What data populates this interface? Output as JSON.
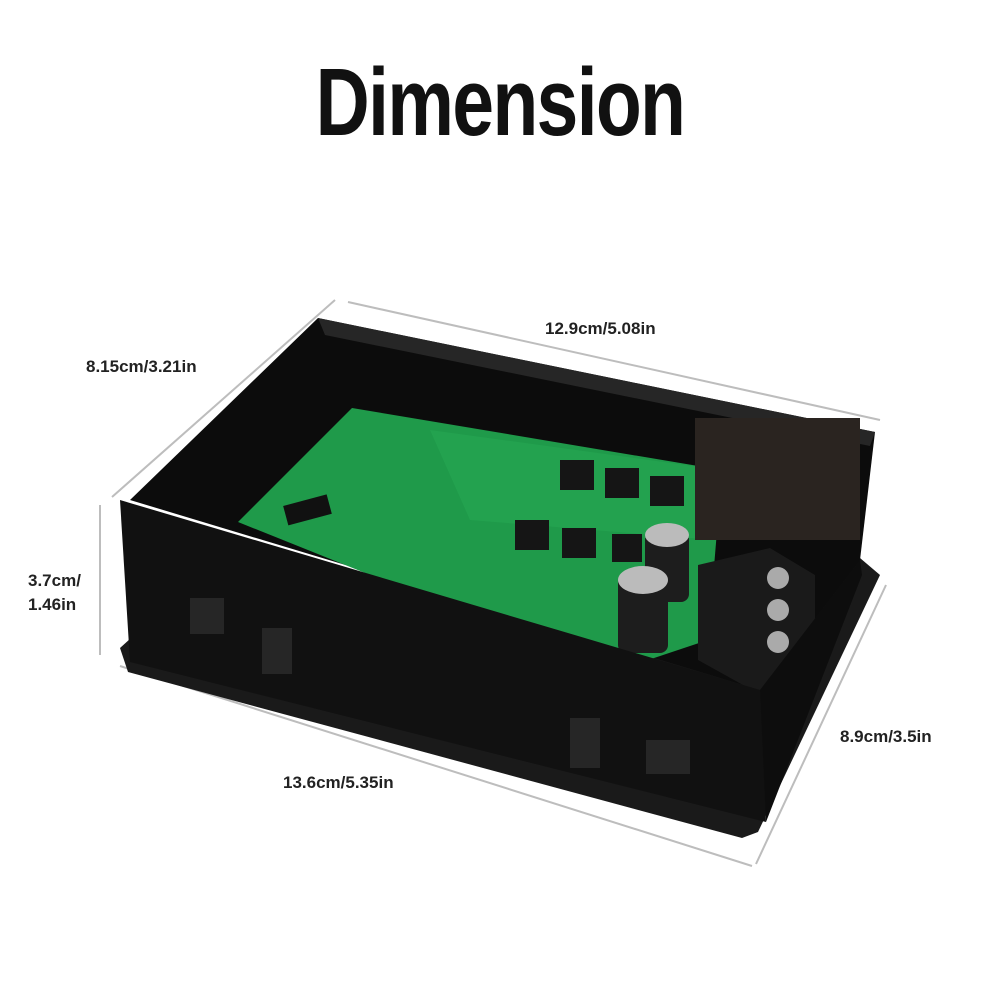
{
  "title": "Dimension",
  "dimensions": {
    "depth_top": "8.15cm/3.21in",
    "width_top": "12.9cm/5.08in",
    "height_line1": "3.7cm/",
    "height_line2": "1.46in",
    "width_bottom": "13.6cm/5.35in",
    "depth_bottom": "8.9cm/3.5in"
  },
  "colors": {
    "housing": "#141414",
    "pcb": "#1f9a4a",
    "relay": "#2a2420",
    "dimension_line": "#bbbbbb"
  }
}
